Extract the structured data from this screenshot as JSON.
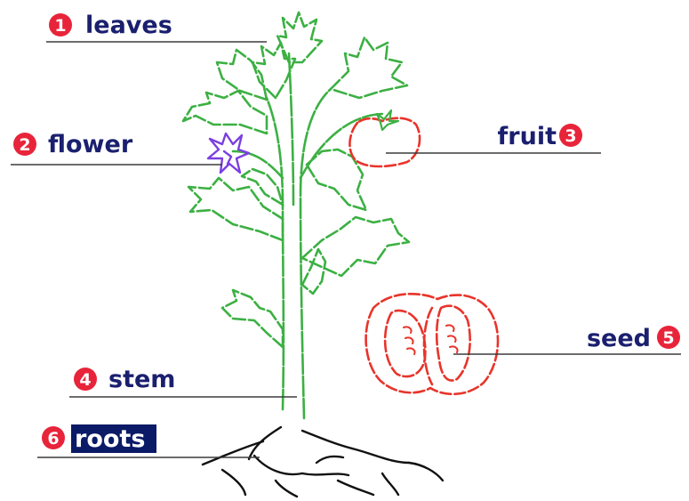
{
  "colors": {
    "label_text": "#1a1f6e",
    "number_badge": "#e8243a",
    "highlight_bg": "#0b1a66",
    "leaf_green": "#3cb043",
    "fruit_red": "#e8342b",
    "flower_purple": "#7b3fe0",
    "root_black": "#111111"
  },
  "labels": {
    "leaves": {
      "number": "1",
      "text": "leaves"
    },
    "flower": {
      "number": "2",
      "text": "flower"
    },
    "fruit": {
      "number": "3",
      "text": "fruit"
    },
    "stem": {
      "number": "4",
      "text": "stem"
    },
    "seed": {
      "number": "5",
      "text": "seed"
    },
    "roots": {
      "number": "6",
      "text": "roots",
      "highlighted": true
    }
  }
}
